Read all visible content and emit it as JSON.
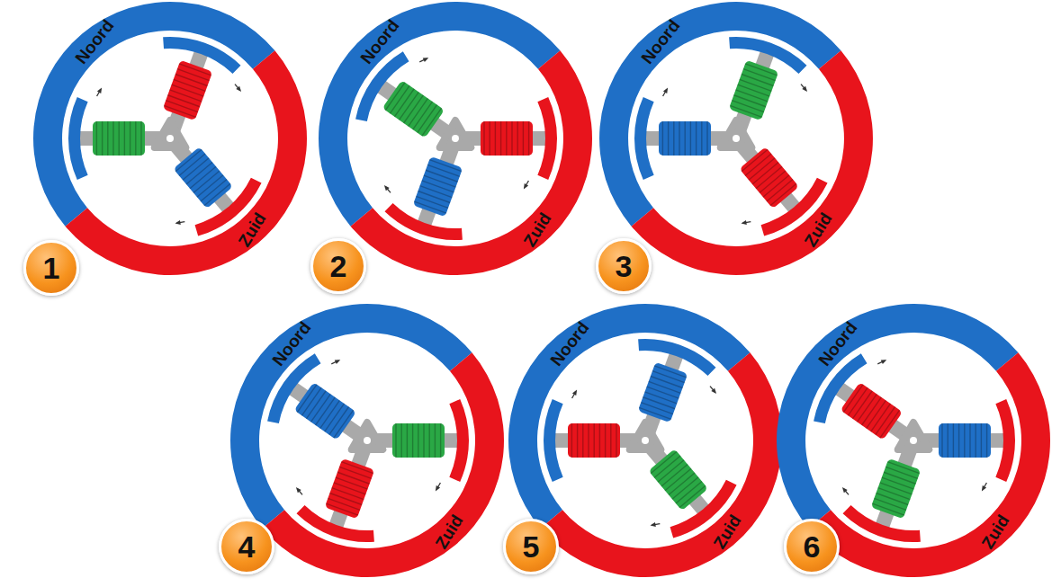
{
  "diagram": {
    "nodes": [
      {
        "text": [
          "1"
        ]
      },
      {
        "text": [
          "2"
        ]
      },
      {
        "text": [
          "3"
        ]
      },
      {
        "text": [
          "4"
        ]
      },
      {
        "text": [
          "5"
        ]
      },
      {
        "text": [
          "6"
        ]
      }
    ],
    "labels": [
      "Noord",
      "Zuid",
      "Noord",
      "Zuid",
      "Noord",
      "Zuid",
      "Noord",
      "Zuid",
      "Noord",
      "Zuid",
      "Noord",
      "Zuid"
    ]
  }
}
